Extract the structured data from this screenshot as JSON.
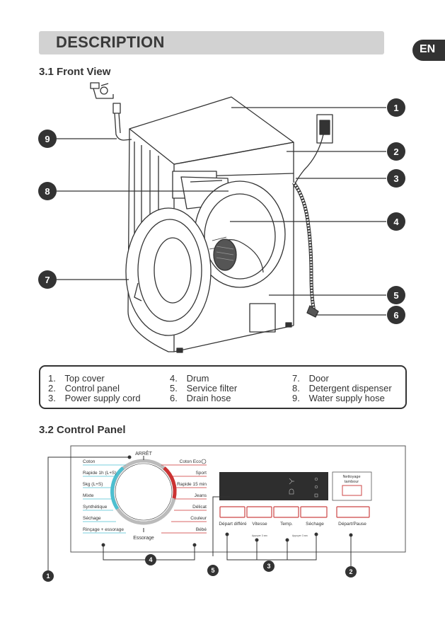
{
  "header": {
    "title": "DESCRIPTION",
    "lang": "EN"
  },
  "front_view": {
    "heading": "3.1 Front View",
    "callouts": [
      "1",
      "2",
      "3",
      "4",
      "5",
      "6",
      "7",
      "8",
      "9"
    ]
  },
  "legend": [
    {
      "num": "1.",
      "label": "Top cover"
    },
    {
      "num": "2.",
      "label": "Control panel"
    },
    {
      "num": "3.",
      "label": "Power supply cord"
    },
    {
      "num": "4.",
      "label": "Drum"
    },
    {
      "num": "5.",
      "label": "Service filter"
    },
    {
      "num": "6.",
      "label": "Drain hose"
    },
    {
      "num": "7.",
      "label": "Door"
    },
    {
      "num": "8.",
      "label": "Detergent dispenser"
    },
    {
      "num": "9.",
      "label": "Water supply hose"
    }
  ],
  "control_panel": {
    "heading": "3.2 Control Panel",
    "dial_top": "ARRÊT",
    "dial_bottom": "Essorage",
    "programs_left": [
      "Coton",
      "Rapide 1h (L+S)",
      "5kg (L+S)",
      "Mixte",
      "Synthétique",
      "Séchage",
      "Rinçage + essorage"
    ],
    "programs_right": [
      "Coton Eco",
      "Sport",
      "Rapide 15 min",
      "Jeans",
      "Délicat",
      "Couleur",
      "Bébé"
    ],
    "buttons": [
      "Départ différé",
      "Vitesse",
      "Temp.",
      "Séchage"
    ],
    "cleaning": "Nettoyage tambour",
    "start": "Départ/Pause",
    "hint": "Appuyer 3 sec",
    "callouts": [
      "1",
      "2",
      "3",
      "4",
      "5"
    ]
  }
}
